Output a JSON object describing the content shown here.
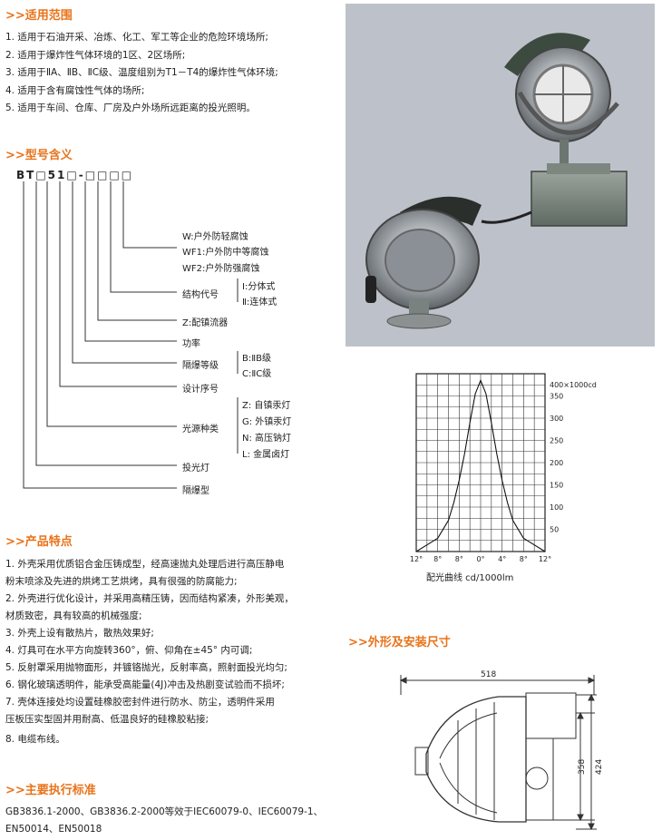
{
  "sections": {
    "scope_title": ">>适用范围",
    "model_title": ">>型号含义",
    "features_title": ">>产品特点",
    "standards_title": ">>主要执行标准",
    "dimensions_title": ">>外形及安装尺寸"
  },
  "scope_items": [
    "1. 适用于石油开采、冶炼、化工、军工等企业的危险环境场所;",
    "2. 适用于爆炸性气体环境的1区、2区场所;",
    "3. 适用于ⅡA、ⅡB、ⅡC级、温度组别为T1－T4的爆炸性气体环境;",
    "4. 适用于含有腐蚀性气体的场所;",
    "5. 适用于车间、仓库、厂房及户外场所远距离的投光照明。"
  ],
  "model": {
    "code": "BT□51□-□□□□",
    "env_options": [
      "W:户外防轻腐蚀",
      "WF1:户外防中等腐蚀",
      "WF2:户外防强腐蚀"
    ],
    "structure_label": "结构代号",
    "structure_options": [
      "Ⅰ:分体式",
      "Ⅱ:连体式"
    ],
    "ballast_label": "Z:配镇流器",
    "power_label": "功率",
    "explosion_grade_label": "隔爆等级",
    "explosion_grade_options": [
      "B:ⅡB级",
      "C:ⅡC级"
    ],
    "design_no_label": "设计序号",
    "light_source_label": "光源种类",
    "light_source_options": [
      "Z:  自镇汞灯",
      "G:  外镇汞灯",
      "N:  高压钠灯",
      "L:  金属卤灯"
    ],
    "floodlight_label": "投光灯",
    "flameproof_label": "隔爆型"
  },
  "features": [
    "1. 外壳采用优质铝合金压铸成型，经高速抛丸处理后进行高压静电",
    "   粉末喷涂及先进的烘烤工艺烘烤，具有很强的防腐能力;",
    "2. 外壳进行优化设计，并采用高精压铸，因而结构紧凑，外形美观，",
    "   材质致密，具有较高的机械强度;",
    "3. 外壳上设有散热片，散热效果好;",
    "4. 灯具可在水平方向旋转360°，俯、仰角在±45° 内可调;",
    "5. 反射罩采用抛物面形，并镀铬抛光，反射率高，照射面投光均匀;",
    "6. 钢化玻璃透明件，能承受高能量(4J)冲击及热剧变试验而不损坏;",
    "7. 壳体连接处均设置硅橡胶密封件进行防水、防尘，透明件采用",
    "   压板压实型固并用耐高、低温良好的硅橡胶粘接;",
    "8. 电缆布线。"
  ],
  "standards_lines": [
    "GB3836.1-2000、GB3836.2-2000等效于IEC60079-0、IEC60079-1、",
    "EN50014、EN50018"
  ],
  "chart_data": {
    "type": "line",
    "title": "配光曲线 cd/1000lm",
    "ylabel": "400×1000cd",
    "x_tick_labels": [
      "12°",
      "8°",
      "8°",
      "0°",
      "4°",
      "8°",
      "12°"
    ],
    "y_ticks": [
      50,
      100,
      150,
      200,
      250,
      300,
      350,
      400
    ],
    "xlim": [
      -12,
      12
    ],
    "ylim": [
      0,
      400
    ],
    "grid": true,
    "series": [
      {
        "x": [
          -12,
          -10,
          -8,
          -6,
          -5,
          -4,
          -3,
          -2,
          -1,
          0,
          1,
          2,
          3,
          4,
          5,
          6,
          8,
          10,
          12
        ],
        "y": [
          0,
          15,
          30,
          70,
          110,
          160,
          220,
          290,
          355,
          385,
          355,
          290,
          220,
          160,
          110,
          70,
          30,
          15,
          0
        ]
      }
    ]
  },
  "dimensions": {
    "width": "518",
    "height_inner": "358",
    "height_outer": "424"
  },
  "colors": {
    "accent": "#e8731a",
    "photo_bg": "#bdc2ca"
  }
}
